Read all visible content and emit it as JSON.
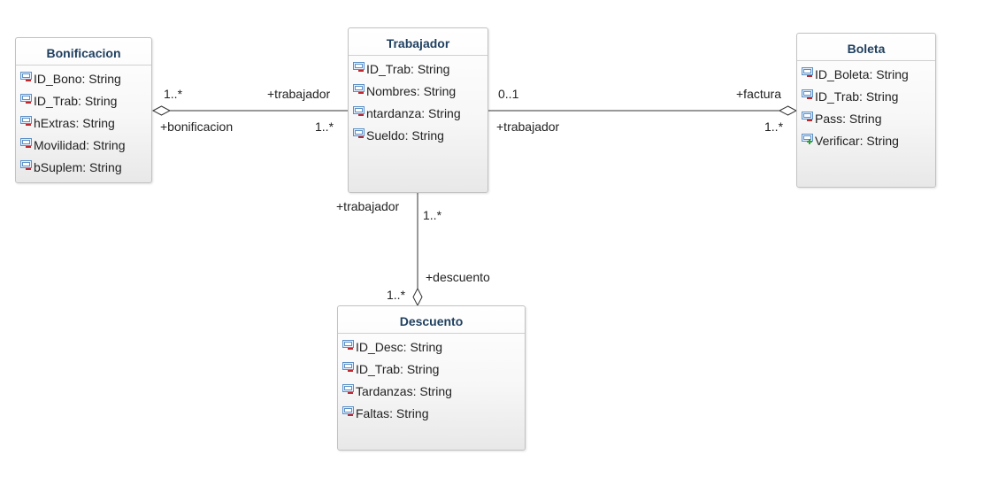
{
  "classes": {
    "bonificacion": {
      "name": "Bonificacion",
      "attributes": [
        {
          "text": "ID_Bono: String",
          "icon": "private-attribute-icon"
        },
        {
          "text": "ID_Trab: String",
          "icon": "private-attribute-icon"
        },
        {
          "text": "hExtras: String",
          "icon": "private-attribute-icon"
        },
        {
          "text": "Movilidad: String",
          "icon": "private-attribute-icon"
        },
        {
          "text": "bSuplem: String",
          "icon": "private-attribute-icon"
        }
      ]
    },
    "trabajador": {
      "name": "Trabajador",
      "attributes": [
        {
          "text": "ID_Trab: String",
          "icon": "private-attribute-icon"
        },
        {
          "text": "Nombres: String",
          "icon": "private-attribute-icon"
        },
        {
          "text": "ntardanza: String",
          "icon": "private-attribute-icon"
        },
        {
          "text": "Sueldo: String",
          "icon": "private-attribute-icon"
        }
      ]
    },
    "boleta": {
      "name": "Boleta",
      "attributes": [
        {
          "text": "ID_Boleta: String",
          "icon": "private-attribute-icon"
        },
        {
          "text": "ID_Trab: String",
          "icon": "private-attribute-icon"
        },
        {
          "text": "Pass: String",
          "icon": "private-attribute-icon"
        },
        {
          "text": "Verificar: String",
          "icon": "public-attribute-icon"
        }
      ]
    },
    "descuento": {
      "name": "Descuento",
      "attributes": [
        {
          "text": "ID_Desc: String",
          "icon": "private-attribute-icon"
        },
        {
          "text": "ID_Trab: String",
          "icon": "private-attribute-icon"
        },
        {
          "text": "Tardanzas: String",
          "icon": "private-attribute-icon"
        },
        {
          "text": "Faltas: String",
          "icon": "private-attribute-icon"
        }
      ]
    }
  },
  "associations": {
    "bonificacion_trabajador": {
      "aggregation_end": "Bonificacion",
      "multiplicity_bonificacion": "1..*",
      "role_bonificacion": "+bonificacion",
      "role_trabajador": "+trabajador",
      "multiplicity_trabajador": "1..*"
    },
    "trabajador_boleta": {
      "aggregation_end": "Boleta",
      "multiplicity_trabajador": "0..1",
      "role_trabajador": "+trabajador",
      "role_factura": "+factura",
      "multiplicity_boleta": "1..*"
    },
    "trabajador_descuento": {
      "aggregation_end": "Descuento",
      "role_trabajador": "+trabajador",
      "multiplicity_trabajador": "1..*",
      "role_descuento": "+descuento",
      "multiplicity_descuento": "1..*"
    }
  },
  "colors": {
    "title_text": "#1f3f5f",
    "border": "#c2c2c2",
    "private_marker": "#c0272d",
    "public_marker": "#2e9e3a",
    "icon_body": "#5a8fc6"
  }
}
